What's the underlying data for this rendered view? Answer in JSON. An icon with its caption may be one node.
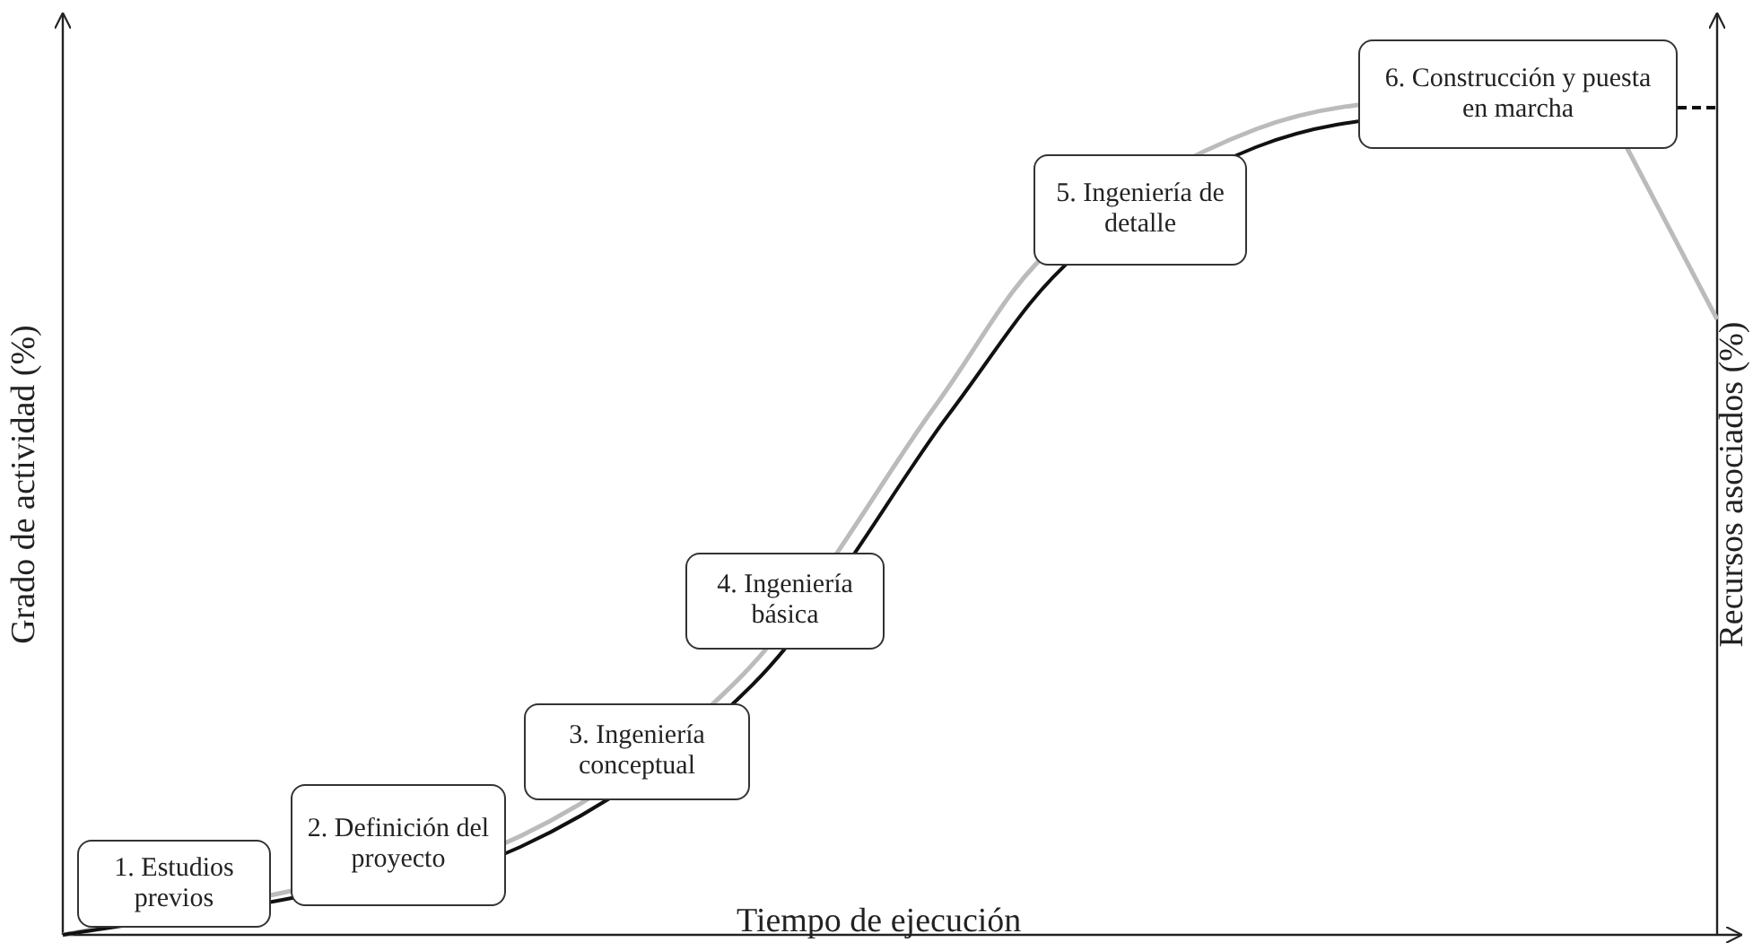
{
  "diagram": {
    "nodes": [
      {
        "text": [
          "1. Estudios previos"
        ]
      },
      {
        "text": [
          "2. Definición del proyecto"
        ]
      },
      {
        "text": [
          "3. Ingeniería conceptual"
        ]
      },
      {
        "text": [
          "4. Ingeniería básica"
        ]
      },
      {
        "text": [
          "5. Ingeniería de detalle"
        ]
      },
      {
        "text": [
          "6. Construcción y puesta en marcha"
        ]
      }
    ],
    "edges": [],
    "labels": [
      "Grado de actividad (%)",
      "Recursos asociados (%)",
      "Tiempo de ejecución"
    ]
  }
}
